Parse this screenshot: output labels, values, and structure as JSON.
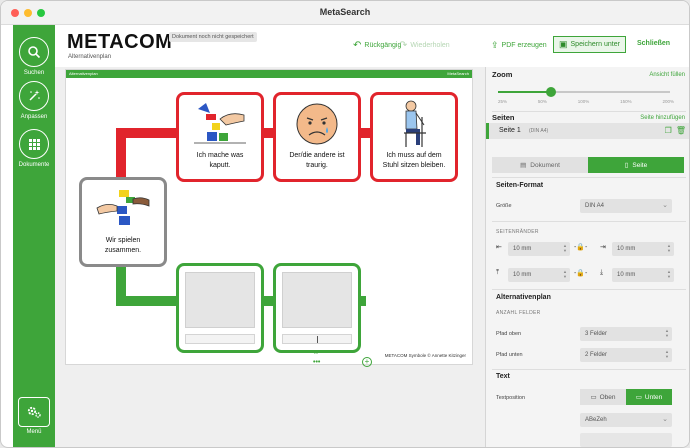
{
  "window": {
    "title": "MetaSearch"
  },
  "sidebar": {
    "items": [
      {
        "label": "Suchen",
        "icon": "search-icon"
      },
      {
        "label": "Anpassen",
        "icon": "magic-wand-icon"
      },
      {
        "label": "Dokumente",
        "icon": "grid-icon"
      }
    ],
    "menu_label": "Menü"
  },
  "header": {
    "logo": "METACOM",
    "unsaved_badge": "Dokument noch nicht gespeichert",
    "subtitle": "Alternativenplan",
    "undo": "Rückgängig",
    "redo": "Wiederholen",
    "pdf": "PDF erzeugen",
    "save": "Speichern unter",
    "close": "Schließen"
  },
  "canvas": {
    "cards": [
      {
        "text1": "Ich mache was",
        "text2": "kaputt.",
        "color": "#e1242c"
      },
      {
        "text1": "Der/die andere ist",
        "text2": "traurig.",
        "color": "#e1242c"
      },
      {
        "text1": "Ich muss auf dem",
        "text2": "Stuhl sitzen bleiben.",
        "color": "#e1242c"
      },
      {
        "text1": "Wir spielen",
        "text2": "zusammen.",
        "color": "#8a8a8a"
      }
    ],
    "copyright": "METACOM Symbole © Annette Kitzinger"
  },
  "panel": {
    "zoom": {
      "title": "Zoom",
      "fit_link": "Ansicht füllen",
      "ticks": [
        "25%",
        "50%",
        "100%",
        "150%",
        "200%"
      ],
      "level_fraction": 0.31
    },
    "pages": {
      "title": "Seiten",
      "add_link": "Seite hinzufügen",
      "page_label": "Seite 1",
      "page_format": "(DIN A4)"
    },
    "tabs": {
      "document": "Dokument",
      "page": "Seite"
    },
    "page_format": {
      "heading": "Seiten-Format",
      "size_label": "Größe",
      "size_value": "DIN A4"
    },
    "margins": {
      "label": "SEITENRÄNDER",
      "left": "10 mm",
      "right": "10 mm",
      "top": "10 mm",
      "bottom": "10 mm"
    },
    "alt_plan": {
      "heading": "Alternativenplan",
      "sub": "ANZAHL FELDER",
      "top_label": "Pfad oben",
      "top_value": "3 Felder",
      "bottom_label": "Pfad unten",
      "bottom_value": "2 Felder"
    },
    "text": {
      "heading": "Text",
      "position_label": "Textposition",
      "above": "Oben",
      "below": "Unten",
      "font_value": "ABeZeh"
    }
  },
  "colors": {
    "accent": "#3ea53a",
    "red_path": "#e1242c"
  }
}
